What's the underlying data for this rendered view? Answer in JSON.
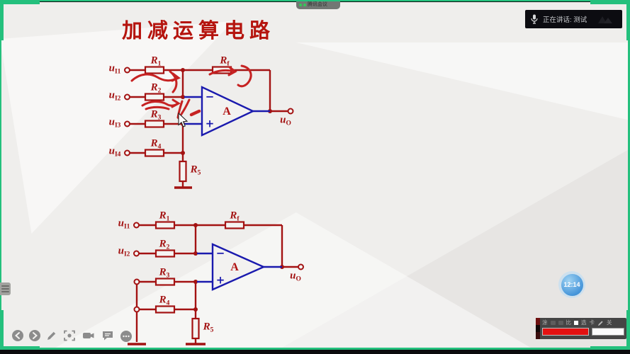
{
  "top": {
    "pill_label": "腾讯会议",
    "speaking_label": "正在讲话: 测试"
  },
  "slide": {
    "title": "加减运算电路"
  },
  "c1": {
    "in1": {
      "b": "u",
      "s": "I1"
    },
    "in2": {
      "b": "u",
      "s": "I2"
    },
    "in3": {
      "b": "u",
      "s": "I3"
    },
    "in4": {
      "b": "u",
      "s": "I4"
    },
    "r1": {
      "b": "R",
      "s": "1"
    },
    "r2": {
      "b": "R",
      "s": "2"
    },
    "r3": {
      "b": "R",
      "s": "3"
    },
    "r4": {
      "b": "R",
      "s": "4"
    },
    "rf": {
      "b": "R",
      "s": "f"
    },
    "r5": {
      "b": "R",
      "s": "5"
    },
    "amp": "A",
    "minus": "−",
    "plus": "+",
    "out": {
      "b": "u",
      "s": "O"
    }
  },
  "c2": {
    "in1": {
      "b": "u",
      "s": "I1"
    },
    "in2": {
      "b": "u",
      "s": "I2"
    },
    "r1": {
      "b": "R",
      "s": "1"
    },
    "r2": {
      "b": "R",
      "s": "2"
    },
    "r3": {
      "b": "R",
      "s": "3"
    },
    "r4": {
      "b": "R",
      "s": "4"
    },
    "rf": {
      "b": "R",
      "s": "f"
    },
    "r5": {
      "b": "R",
      "s": "5"
    },
    "amp": "A",
    "minus": "−",
    "plus": "+",
    "out": {
      "b": "u",
      "s": "O"
    }
  },
  "clock": {
    "time": "12:14"
  },
  "mini": {
    "tool_label": "涂",
    "ratio_label": "比",
    "opt1_label": "选",
    "opt2_label": "卡",
    "close_label": "关",
    "selected_color": "#e31111",
    "alt_color": "#fbfbfb"
  },
  "colors": {
    "circuit_red": "#a31212",
    "opamp_blue": "#1a1aae",
    "annotation_red": "#c62222",
    "frame_teal": "#24c07d",
    "title_red": "#b5140e"
  }
}
